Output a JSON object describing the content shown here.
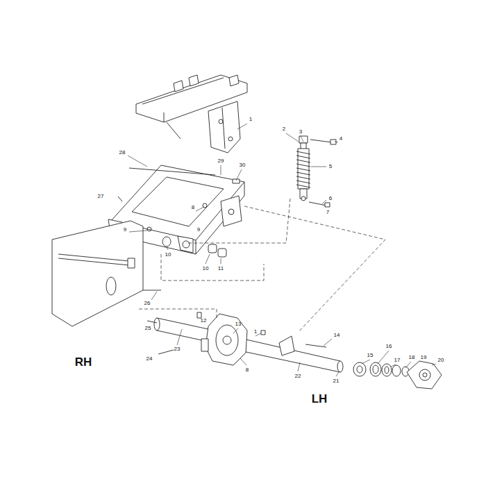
{
  "diagram": {
    "labels": [
      "1",
      "2",
      "3",
      "4",
      "5",
      "28",
      "29",
      "30",
      "27",
      "8",
      "6",
      "7",
      "9",
      "9",
      "10",
      "10",
      "11",
      "26",
      "12",
      "13",
      "1",
      "25",
      "14",
      "23",
      "15",
      "16",
      "17",
      "18",
      "19",
      "20",
      "24",
      "8",
      "22",
      "21",
      "RH",
      "LH"
    ]
  }
}
